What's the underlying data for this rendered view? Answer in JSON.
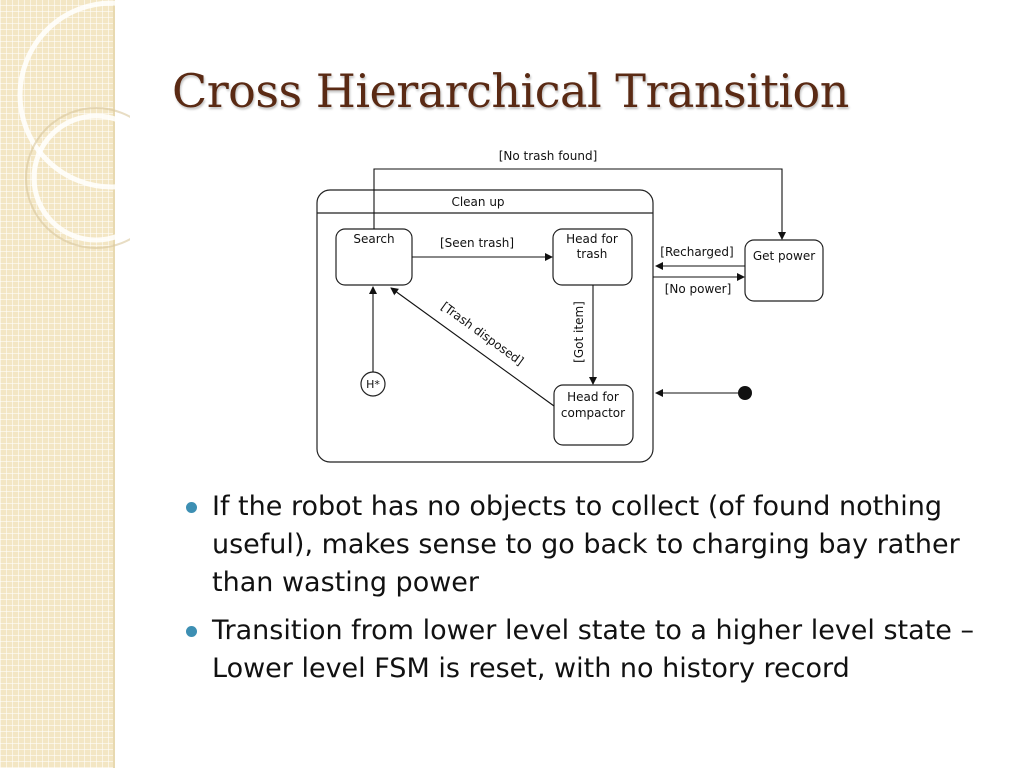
{
  "slide": {
    "title": "Cross Hierarchical Transition"
  },
  "diagram": {
    "superstate_label": "Clean up",
    "states": {
      "search": "Search",
      "head_for_trash_line1": "Head for",
      "head_for_trash_line2": "trash",
      "head_for_compactor_line1": "Head for",
      "head_for_compactor_line2": "compactor",
      "get_power": "Get power",
      "history": "H*"
    },
    "transitions": {
      "no_trash_found": "[No trash found]",
      "seen_trash": "[Seen trash]",
      "recharged": "[Recharged]",
      "no_power": "[No power]",
      "got_item": "[Got item]",
      "trash_disposed": "[Trash disposed]"
    }
  },
  "bullets": [
    "If the robot has no objects to collect (of found nothing useful), makes sense to go back to charging bay rather than wasting power",
    "Transition from lower level state to a higher level state – Lower level FSM is reset, with no history record"
  ],
  "colors": {
    "title": "#5a2a14",
    "bullet": "#3d8fb3",
    "sidebar": "#f3e6c4"
  }
}
